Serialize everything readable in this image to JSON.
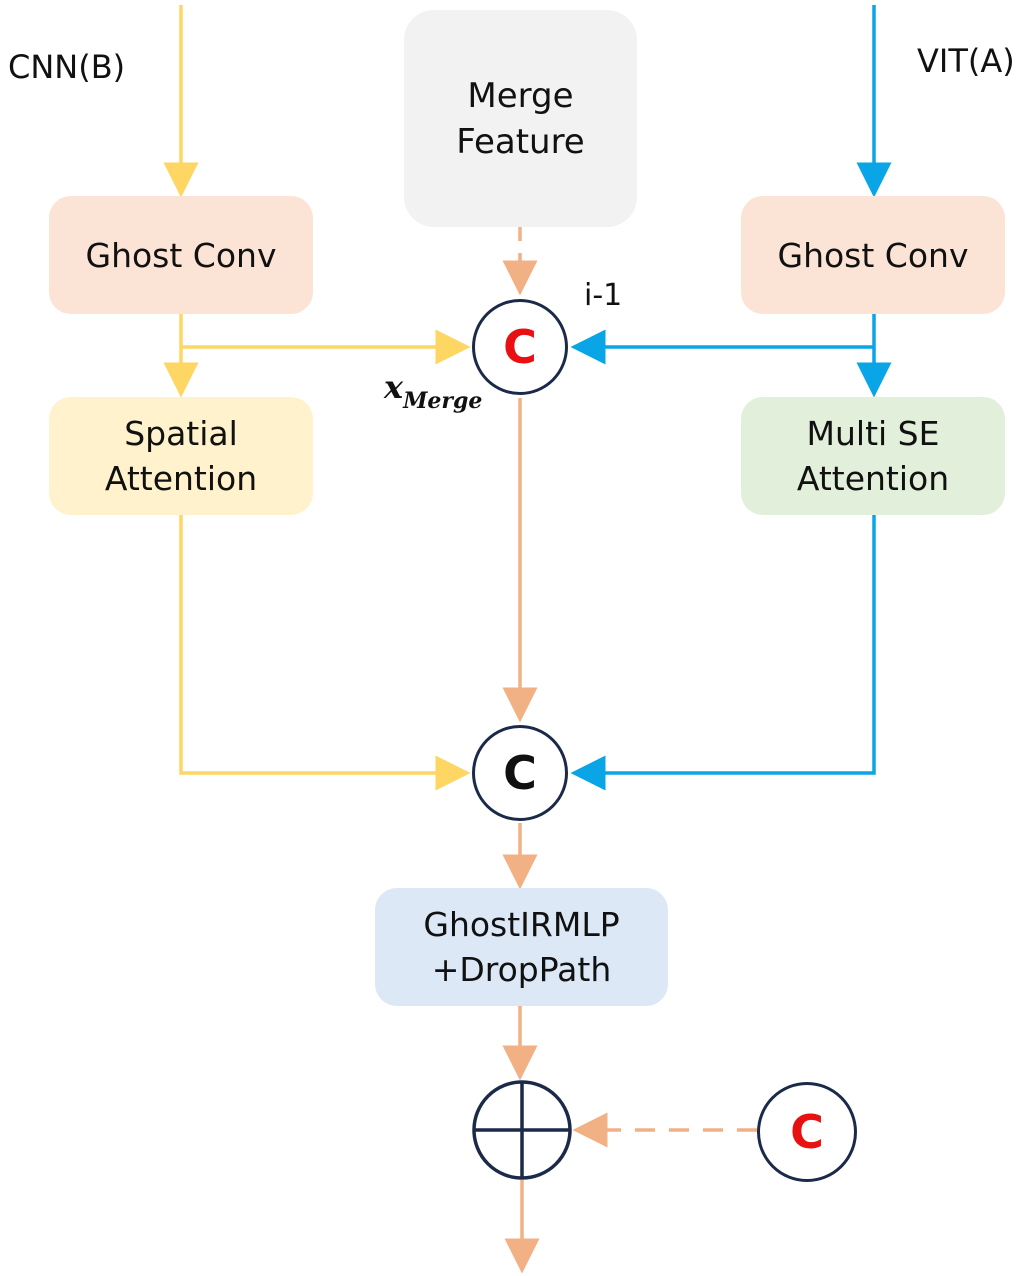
{
  "colors": {
    "cnn_path": "#fdd663",
    "vit_path": "#0aa5e6",
    "merge_path": "#f2b085",
    "circle_stroke": "#1c2a4a",
    "red_text": "#e81010",
    "ghost_conv_fill": "#fbe3d6",
    "spatial_fill": "#fff2cc",
    "multi_se_fill": "#e2efda",
    "merge_feature_fill": "#f2f2f2",
    "ghostirmlp_fill": "#dce8f5"
  },
  "labels": {
    "cnn": "CNN(B)",
    "vit": "VIT(A)",
    "index": "i-1",
    "x_main": "x",
    "x_sub": "Merge"
  },
  "boxes": {
    "merge_feature": [
      "Merge",
      "Feature"
    ],
    "ghost_conv_left": [
      "Ghost Conv"
    ],
    "ghost_conv_right": [
      "Ghost Conv"
    ],
    "spatial_attention": [
      "Spatial",
      "Attention"
    ],
    "multi_se_attention": [
      "Multi SE",
      "Attention"
    ],
    "ghostirmlp": [
      "GhostIRMLP",
      "+DropPath"
    ]
  },
  "nodes": {
    "concat_top": "C",
    "concat_mid": "C",
    "concat_side": "C",
    "add": "⊕"
  }
}
